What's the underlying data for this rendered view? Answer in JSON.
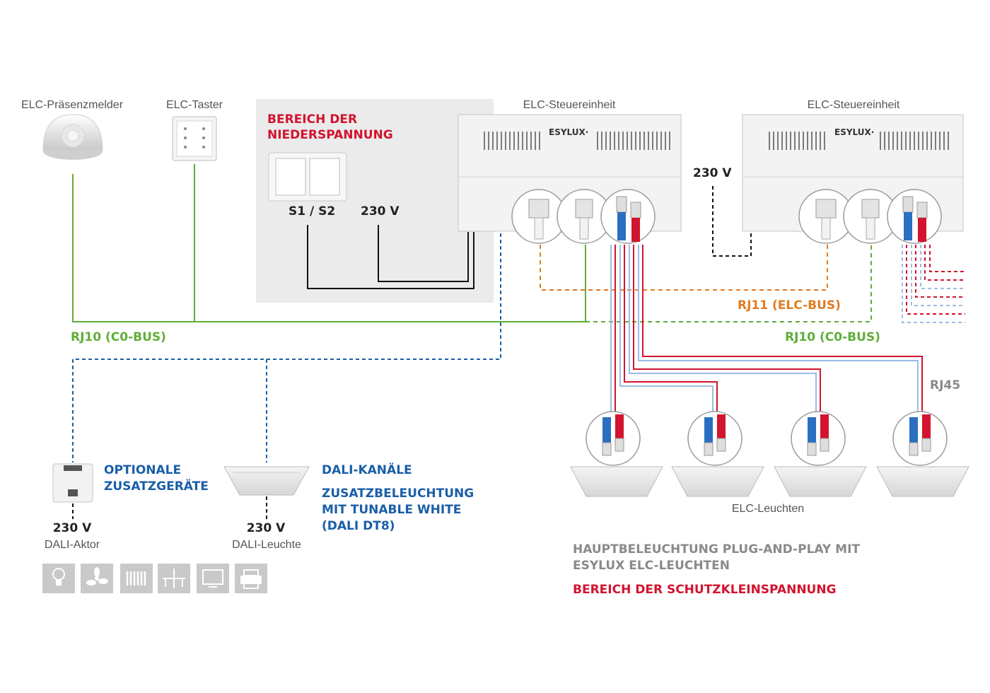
{
  "labels": {
    "motion_sensor": "ELC-Präsenzmelder",
    "push_button": "ELC-Taster",
    "control_unit_1": "ELC-Steuereinheit",
    "control_unit_2": "ELC-Steuereinheit",
    "brand": "ESYLUX·",
    "low_voltage_line1": "BEREICH DER",
    "low_voltage_line2": "NIEDERSPANNUNG",
    "s1s2": "S1 / S2",
    "v230_a": "230 V",
    "v230_b": "230 V",
    "rj10_left": "RJ10 (C0-BUS)",
    "rj10_right": "RJ10 (C0-BUS)",
    "rj11": "RJ11 (ELC-BUS)",
    "rj45": "RJ45",
    "optional_line1": "OPTIONALE",
    "optional_line2": "ZUSATZGERÄTE",
    "dali_channels": "DALI-KANÄLE",
    "extra_line1": "ZUSATZBELEUCHTUNG",
    "extra_line2": "MIT TUNABLE WHITE",
    "extra_line3": "(DALI DT8)",
    "aktor_voltage": "230 V",
    "aktor": "DALI-Aktor",
    "dali_lamp_voltage": "230 V",
    "dali_lamp": "DALI-Leuchte",
    "elc_lights": "ELC-Leuchten",
    "main_line1": "HAUPTBELEUCHTUNG PLUG-AND-PLAY MIT",
    "main_line2": "ESYLUX ELC-LEUCHTEN",
    "safety_voltage": "BEREICH DER SCHUTZKLEINSPANNUNG"
  },
  "colors": {
    "c0_bus": "#5fae38",
    "elc_bus": "#e07d22",
    "dali": "#1a5ea8",
    "safety_red": "#d2142f",
    "rj45_blue": "#9bbde3",
    "rj45_red": "#d2142f"
  },
  "device_icons": [
    "bulb-icon",
    "fan-icon",
    "radiator-icon",
    "blinds-icon",
    "monitor-icon",
    "printer-icon"
  ]
}
